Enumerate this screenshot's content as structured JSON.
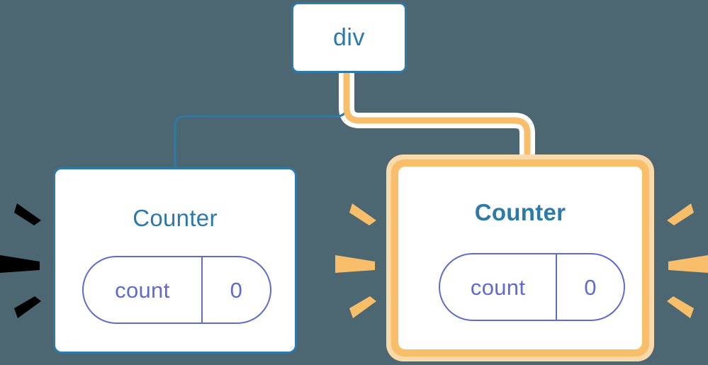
{
  "diagram": {
    "title": "Component tree re-render highlight",
    "type": "component-tree",
    "background_color": "#4d6772"
  },
  "colors": {
    "background": "#4d6772",
    "node_border_blue": "#2d7aa9",
    "node_fill": "#ffffff",
    "title_blue": "#2d7aa9",
    "pill_purple": "#5f6bce",
    "highlight_orange": "#f9be6a",
    "highlight_glow": "#fbd9a8",
    "ray_white": "#ffffff",
    "wire_blue": "#2d7aa9",
    "wire_orange": "#f9be6a",
    "wire_halo": "#ffffff"
  },
  "nodes": {
    "root": {
      "label": "div",
      "highlighted": false
    },
    "left_counter": {
      "title": "Counter",
      "highlighted": false,
      "state": {
        "key": "count",
        "value": "0"
      }
    },
    "right_counter": {
      "title": "Counter",
      "highlighted": true,
      "state": {
        "key": "count",
        "value": "0"
      }
    }
  },
  "edges": [
    {
      "name": "root-to-left-counter",
      "from": "div",
      "to": "left Counter",
      "style": "thin-blue"
    },
    {
      "name": "root-to-right-counter",
      "from": "div",
      "to": "right Counter",
      "style": "thick-orange-with-white-halo"
    }
  ],
  "rays": {
    "left_counter_burst": {
      "color": "#ffffff",
      "count": 3,
      "side": "left"
    },
    "right_counter_burst_left": {
      "color": "#f9be6a",
      "count": 3,
      "side": "left"
    },
    "right_counter_burst_right": {
      "color": "#f9be6a",
      "count": 3,
      "side": "right"
    }
  }
}
